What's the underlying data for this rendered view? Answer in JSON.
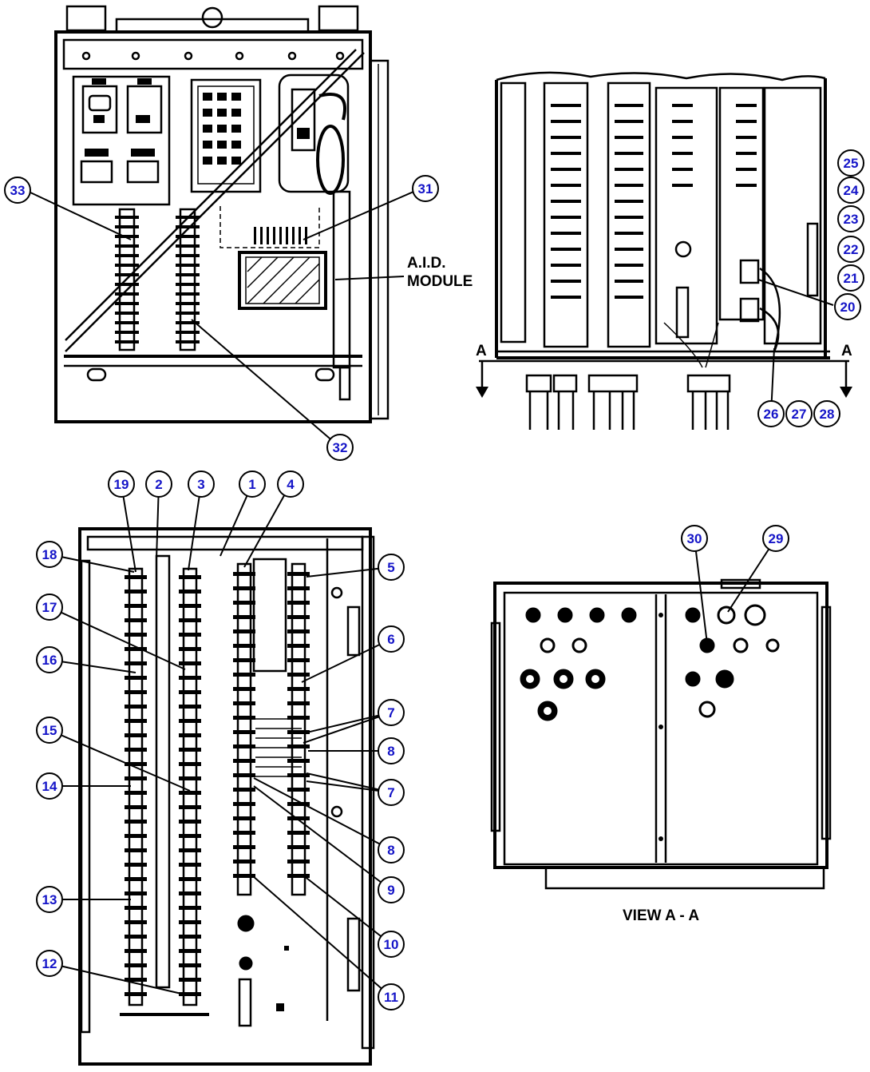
{
  "labels": {
    "aid_module_line1": "A.I.D.",
    "aid_module_line2": "MODULE",
    "view_a_marker": "A",
    "view_caption": "VIEW A - A"
  },
  "callouts": [
    "1",
    "2",
    "3",
    "4",
    "5",
    "6",
    "7",
    "7",
    "8",
    "8",
    "9",
    "10",
    "11",
    "12",
    "13",
    "14",
    "15",
    "16",
    "17",
    "18",
    "19",
    "20",
    "21",
    "22",
    "23",
    "24",
    "25",
    "26",
    "27",
    "28",
    "29",
    "30",
    "31",
    "32",
    "33"
  ]
}
